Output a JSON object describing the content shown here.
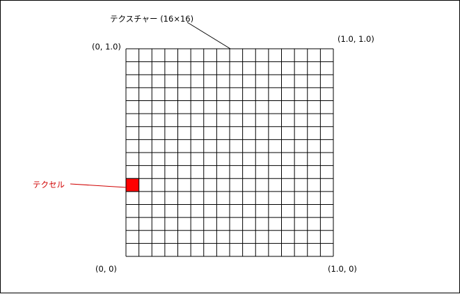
{
  "diagram": {
    "title_label": "テクスチャー (16×16)",
    "texel_label": "テクセル",
    "grid_cols": 16,
    "grid_rows": 16,
    "highlighted_cell": {
      "col": 0,
      "row": 10
    },
    "corner_labels": {
      "top_left": "(0, 1.0)",
      "top_right": "(1.0, 1.0)",
      "bottom_left": "(0, 0)",
      "bottom_right": "(1.0, 0)"
    },
    "colors": {
      "grid": "#000000",
      "texel_fill": "#ff0000",
      "texel_label": "#d00000"
    }
  }
}
